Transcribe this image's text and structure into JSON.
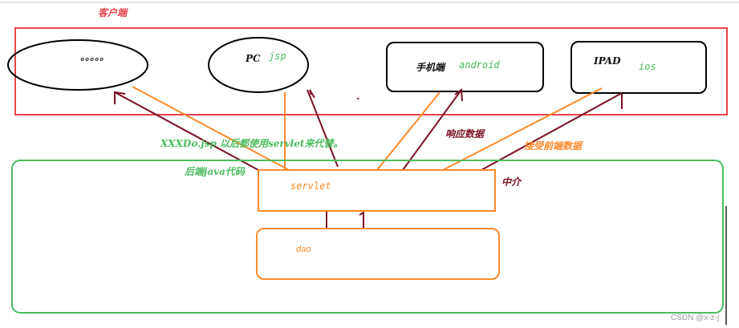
{
  "labels": {
    "client_title": "客户端",
    "client1": "。。。。。",
    "pc": "PC",
    "jsp": "jsp",
    "mobile": "手机端",
    "android": "android",
    "ipad": "IPAD",
    "ios": "ios",
    "note_jsp": "XXXDo.jsp 以后都使用servlet来代替。",
    "response": "响应数据",
    "receive": "接受前端数据",
    "backend": "后端java代码",
    "middle": "中介",
    "servlet": "servlet",
    "dao": "dao",
    "watermark": "CSDN @x-z-j"
  },
  "colors": {
    "red": "#e8434a",
    "green": "#4cbb5f",
    "orange": "#ff8a2a",
    "maroon": "#7a1023"
  }
}
